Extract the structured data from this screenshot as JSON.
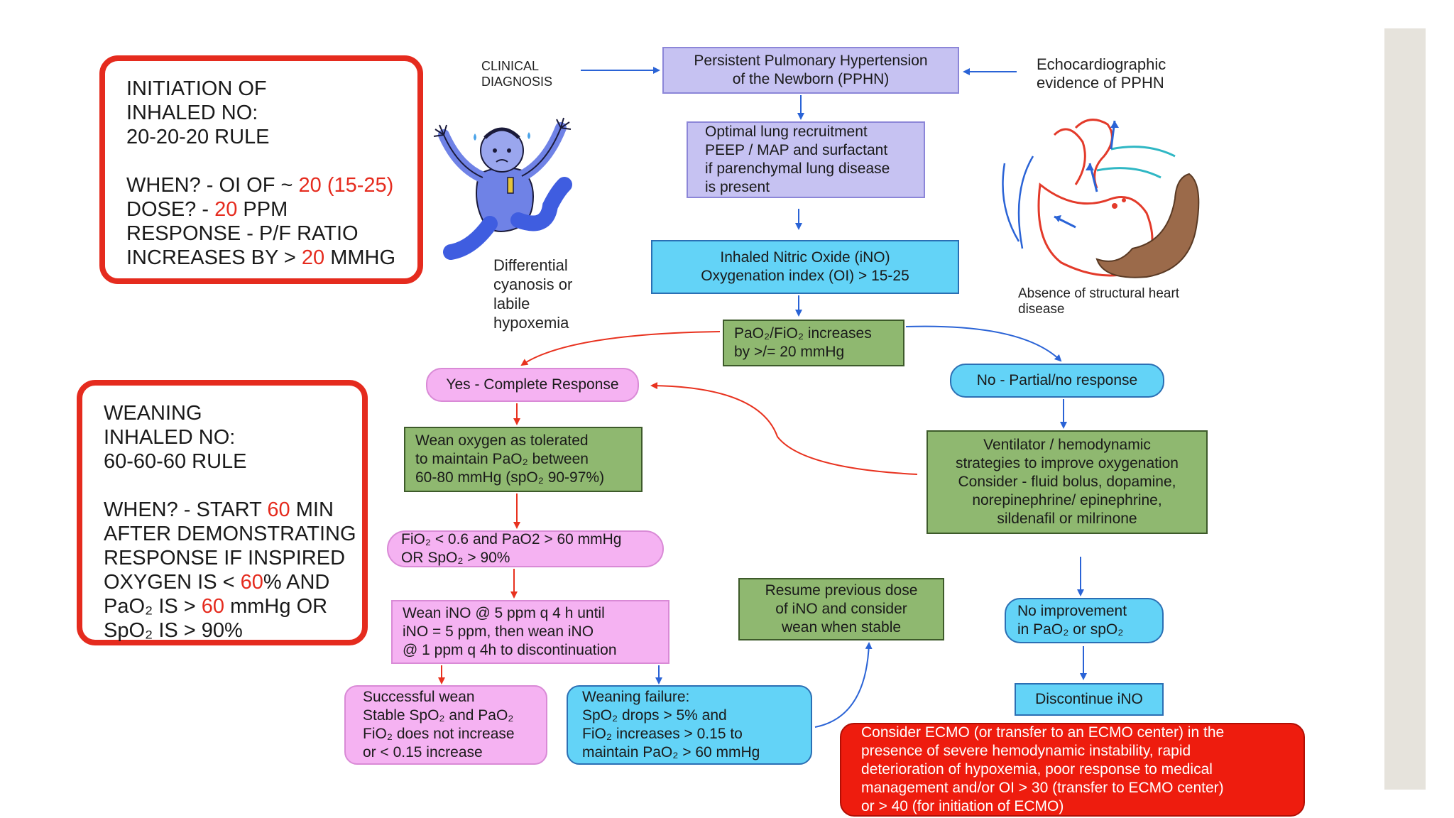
{
  "colors": {
    "rule_border": "#e52b1e",
    "pphn_box": "#c6c2f2",
    "ino_box": "#63d3f7",
    "green_box": "#8fb870",
    "pink_box": "#f5b2f2",
    "ecmo_box": "#ee1c0e",
    "arrow_blue": "#2a63d6",
    "arrow_red": "#e8321f"
  },
  "initiation_box": {
    "lines": [
      "INITIATION OF",
      "INHALED NO:",
      "20-20-20 RULE"
    ],
    "when_prefix": "WHEN? - OI OF ~ ",
    "when_value": "20 (15-25)",
    "dose_prefix": "DOSE? - ",
    "dose_value": "20",
    "dose_suffix": " PPM",
    "response_line": "RESPONSE - P/F RATIO",
    "increase_prefix": "INCREASES BY > ",
    "increase_value": "20",
    "increase_suffix": " MMHG"
  },
  "weaning_box": {
    "lines": [
      "WEANING",
      "INHALED NO:",
      "60-60-60 RULE"
    ],
    "when_prefix": "WHEN? - START ",
    "when_value": "60",
    "when_suffix": " MIN",
    "line2": "AFTER DEMONSTRATING",
    "line3": "RESPONSE IF INSPIRED",
    "oxy_prefix": "OXYGEN IS < ",
    "oxy_value": "60",
    "oxy_suffix": "% AND",
    "pao2_prefix": "PaO₂ IS > ",
    "pao2_value": "60",
    "pao2_suffix": " mmHg OR",
    "spo2_line": "SpO₂ IS > 90%"
  },
  "labels": {
    "clinical_diagnosis": [
      "CLINICAL",
      "DIAGNOSIS"
    ],
    "echo": [
      "Echocardiographic",
      "evidence of PPHN"
    ],
    "differential": [
      "Differential",
      "cyanosis or",
      "labile",
      "hypoxemia"
    ],
    "absence": [
      "Absence of structural heart",
      "disease"
    ]
  },
  "flow": {
    "pphn": [
      "Persistent Pulmonary Hypertension",
      "of the Newborn (PPHN)"
    ],
    "optimal": [
      "Optimal lung recruitment",
      "PEEP / MAP and surfactant",
      "if parenchymal lung disease",
      "is present"
    ],
    "ino": [
      "Inhaled Nitric Oxide (iNO)",
      "Oxygenation index (OI) > 15-25"
    ],
    "pf": [
      "PaO₂/FiO₂ increases",
      "by >/= 20 mmHg"
    ],
    "yes": "Yes - Complete Response",
    "no": "No - Partial/no response",
    "wean_oxygen": [
      "Wean oxygen as tolerated",
      "to maintain PaO₂ between",
      "60-80 mmHg (spO₂ 90-97%)"
    ],
    "fio2": [
      "FiO₂ < 0.6 and PaO2 > 60 mmHg",
      "OR SpO₂ > 90%"
    ],
    "wean_ino": [
      "Wean iNO @ 5 ppm q 4 h until",
      "iNO = 5 ppm, then wean iNO",
      "@ 1 ppm q 4h to discontinuation"
    ],
    "success": [
      "Successful wean",
      "Stable SpO₂ and PaO₂",
      "FiO₂ does not increase",
      "or < 0.15 increase"
    ],
    "failure": [
      "Weaning failure:",
      "SpO₂ drops > 5% and",
      "FiO₂ increases > 0.15 to",
      "maintain PaO₂ > 60 mmHg"
    ],
    "resume": [
      "Resume previous dose",
      "of iNO and consider",
      "wean when stable"
    ],
    "ventilator": [
      "Ventilator / hemodynamic",
      "strategies to improve oxygenation",
      "Consider - fluid bolus, dopamine,",
      "norepinephrine/ epinephrine,",
      "sildenafil or milrinone"
    ],
    "no_improvement": [
      "No improvement",
      "in PaO₂ or spO₂"
    ],
    "discontinue": "Discontinue iNO",
    "ecmo": [
      "Consider ECMO (or transfer to an ECMO center) in the",
      "presence of severe hemodynamic instability,  rapid",
      "deterioration of hypoxemia, poor response to medical",
      "management and/or OI > 30 (transfer to ECMO center)",
      "or > 40 (for initiation of ECMO)"
    ]
  }
}
